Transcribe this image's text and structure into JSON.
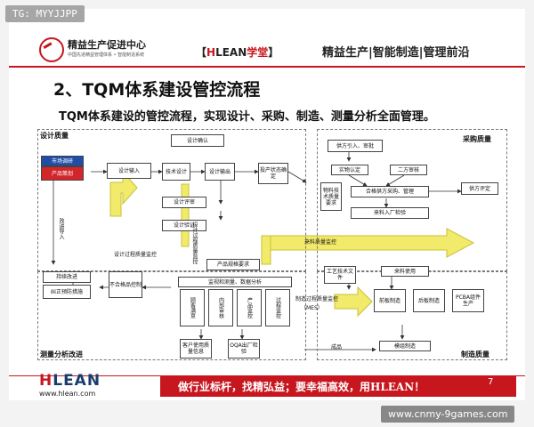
{
  "watermark_top": "TG: MYYJJPP",
  "header": {
    "logo_title": "精益生产促进中心",
    "logo_sub": "中国先进精益管理体系 • 智能制造系统",
    "brand_bracket_open": "【",
    "brand_h": "H",
    "brand_lean": "LEAN",
    "brand_xuetang": "学堂",
    "brand_bracket_close": "】",
    "tagline": "精益生产|智能制造|管理前沿"
  },
  "title": "2、TQM体系建设管控流程",
  "subtitle": "TQM体系建设的管控流程，实现设计、采购、制造、测量分析全面管理。",
  "diagram": {
    "zones": {
      "design": "设计质量",
      "purchase": "采购质量",
      "measure": "测量分析改进",
      "manufacture": "制造质量"
    },
    "boxes": {
      "market": "市场调研",
      "plan": "产品策划",
      "design_confirm": "设计确认",
      "design_input": "设计输入",
      "tech_design": "技术设计",
      "design_output": "设计输出",
      "pilot_decide": "投产状态确定",
      "design_review": "设计评审",
      "design_verify": "设计验证",
      "supplier_intro": "供方引入、审批",
      "material_confirm": "实物认定",
      "second_audit": "二方审核",
      "material_req": "物料技术质量要求",
      "qualified_supplier": "合格供方采购、管理",
      "supplier_eval": "供方评定",
      "incoming": "来料入厂检验",
      "product_spec": "产品规格要求",
      "process_doc": "工艺技术文件",
      "material_use": "来料使用",
      "continuous": "持续改进",
      "corrective": "纠正预防措施",
      "nonconform": "不合格品控制",
      "monitor": "监视和测量、数据分析",
      "col_customer": "顾客满意",
      "col_internal": "内部审核",
      "col_product": "产品监控",
      "col_process": "过程监控",
      "front": "前板制造",
      "back": "后板制造",
      "pcba": "PCBA组件生产",
      "customer_info": "客户使用质量信息",
      "oqa": "OQA出厂检验",
      "module": "模组制造"
    },
    "labels": {
      "design_monitor": "设计过程质量监控",
      "material_monitor": "来料质量监控",
      "mfg_monitor": "制造过程质量监控",
      "mes": "（MES）",
      "finished": "成品",
      "improve": "改进导入"
    }
  },
  "footer": {
    "logo_h": "H",
    "logo_lean": "LEAN",
    "url": "www.hlean.com",
    "slogan": "做行业标杆，找精弘益；要幸福高效，用HLEAN！",
    "page": "7"
  },
  "watermark_bottom": "www.cnmy-9games.com",
  "colors": {
    "accent": "#c7161e",
    "navy": "#1b3d6e",
    "arrow": "#f2ea6a"
  }
}
